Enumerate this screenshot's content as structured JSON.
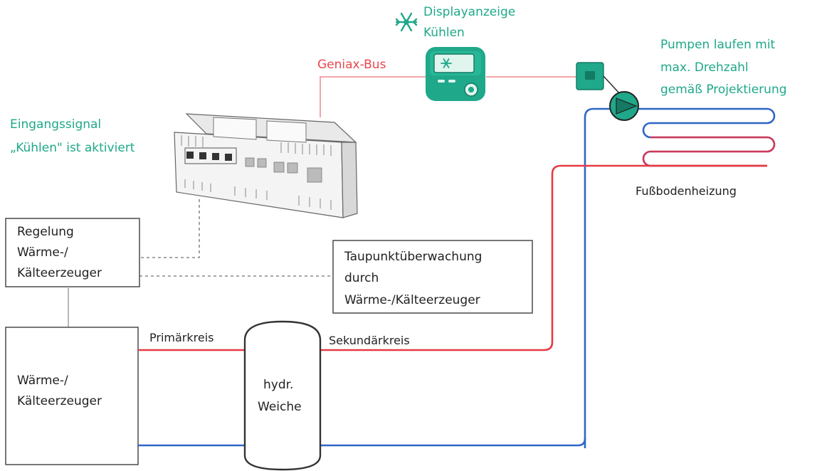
{
  "labels": {
    "display_title_line1": "Displayanzeige",
    "display_title_line2": "Kühlen",
    "bus": "Geniax-Bus",
    "pumps_line1": "Pumpen laufen mit",
    "pumps_line2": "max. Drehzahl",
    "pumps_line3": "gemäß Projektierung",
    "input_line1": "Eingangssignal",
    "input_line2": "„Kühlen\" ist aktiviert",
    "floor_heating": "Fußbodenheizung",
    "control_line1": "Regelung",
    "control_line2": "Wärme-/",
    "control_line3": "Kälteerzeuger",
    "dewpoint_line1": "Taupunktüberwachung",
    "dewpoint_line2": "durch",
    "dewpoint_line3": "Wärme-/Kälteerzeuger",
    "primary_circuit": "Primärkreis",
    "secondary_circuit": "Sekundärkreis",
    "generator_line1": "Wärme-/",
    "generator_line2": "Kälteerzeuger",
    "separator_line1": "hydr.",
    "separator_line2": "Weiche"
  },
  "icons": {
    "snowflake": "snowflake-icon",
    "display_snowflake": "snowflake-icon",
    "pump": "pump-icon",
    "controller": "controller-device-icon"
  },
  "colors": {
    "accent_green": "#1fa88a",
    "bus_red": "#e8474f",
    "supply_red": "#e53a43",
    "return_blue": "#2f66c8",
    "text": "#222222"
  }
}
